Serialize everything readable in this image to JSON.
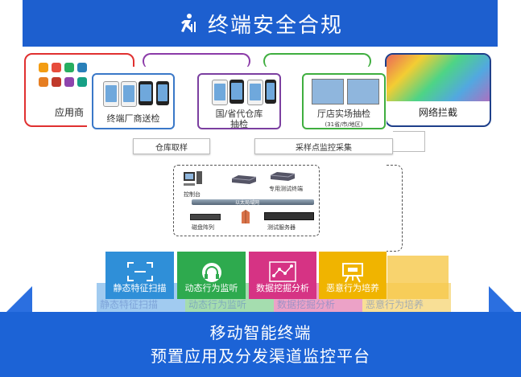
{
  "header": {
    "title": "终端安全合规",
    "logo_icon": "runner-logo-icon"
  },
  "background_cards": {
    "app_store": {
      "label": "应用商",
      "color": "#e03030"
    },
    "middle_purple": {
      "color": "#8b3aa8"
    },
    "middle_green": {
      "color": "#3fae3f"
    },
    "network_block": {
      "label": "网络拦截",
      "color": "#1e3f8a"
    }
  },
  "sampling_cards": [
    {
      "label": "终端厂商送检",
      "color": "#3a78c8"
    },
    {
      "label": "国/省代仓库\n抽检",
      "color": "#7b3fa0"
    },
    {
      "label": "厅店实场抽检",
      "sub": "(31省/市/地区)",
      "color": "#3fae3f"
    }
  ],
  "collection_buttons": {
    "warehouse": "仓库取样",
    "monitor": "采样点监控采集"
  },
  "lab": {
    "console": "控制台",
    "terminal": "专用测试终端",
    "bus": "以太局域网",
    "disk_array": "磁盘阵列",
    "server": "测试服务器"
  },
  "tiles": [
    {
      "label": "静态特征扫描",
      "color": "#2f8fd8",
      "icon": "scan-frame-icon"
    },
    {
      "label": "动态行为监听",
      "color": "#2eaa4e",
      "icon": "headphones-icon"
    },
    {
      "label": "数据挖掘分析",
      "color": "#d63384",
      "icon": "data-network-icon"
    },
    {
      "label": "恶意行为培养",
      "color": "#f0b400",
      "icon": "easel-icon"
    }
  ],
  "ghost_tiles": [
    "静态特征扫描",
    "动态行为监听",
    "数据挖掘分析",
    "恶意行为培养"
  ],
  "footer": {
    "line1": "移动智能终端",
    "line2": "预置应用及分发渠道监控平台"
  }
}
